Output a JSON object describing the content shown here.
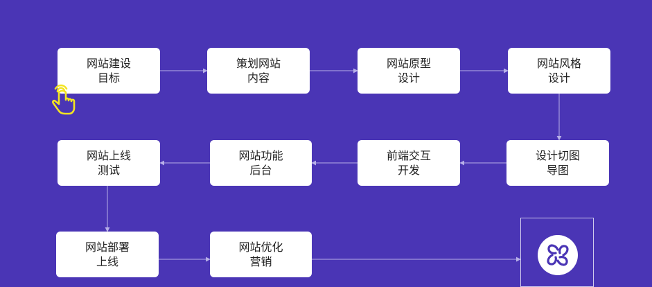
{
  "colors": {
    "background": "#4a35b5",
    "node_fill": "#ffffff",
    "node_text": "#222222",
    "connector": "#b8b0e8",
    "pointer": "#f3e421",
    "logo_mark": "#4a35b5"
  },
  "steps": [
    {
      "line1": "网站建设",
      "line2": "目标"
    },
    {
      "line1": "策划网站",
      "line2": "内容"
    },
    {
      "line1": "网站原型",
      "line2": "设计"
    },
    {
      "line1": "网站风格",
      "line2": "设计"
    },
    {
      "line1": "设计切图",
      "line2": "导图"
    },
    {
      "line1": "前端交互",
      "line2": "开发"
    },
    {
      "line1": "网站功能",
      "line2": "后台"
    },
    {
      "line1": "网站上线",
      "line2": "测试"
    },
    {
      "line1": "网站部署",
      "line2": "上线"
    },
    {
      "line1": "网站优化",
      "line2": "营销"
    }
  ],
  "icons": {
    "pointer": "hand-pointer-icon",
    "logo": "clover-logo-icon"
  }
}
